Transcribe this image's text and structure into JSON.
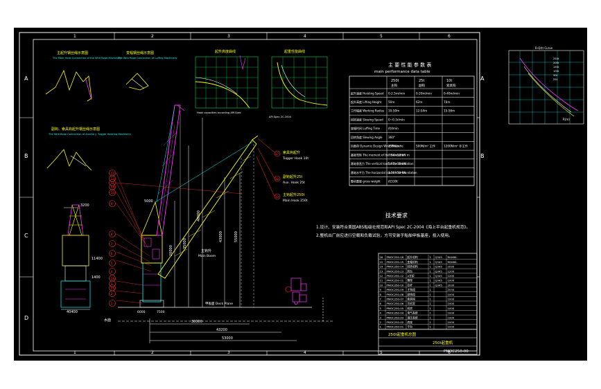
{
  "frame": {
    "col_labels": [
      "1",
      "2",
      "3",
      "4",
      "5",
      "6"
    ],
    "row_labels": [
      "A",
      "B",
      "C",
      "D"
    ]
  },
  "detail_views": {
    "main_hoist_wiring": {
      "zh": "主起升钢丝绳示意图",
      "en": "The Main Hoist Connection of the Wire Rope Machinery"
    },
    "luffing_wiring": {
      "zh": "变幅钢丝绳示意图",
      "en": "The Wire Rope Connection of Luffing Machinery"
    },
    "aux_hoist_wiring": {
      "zh": "副钩、索具钩起升钢丝绳示意图",
      "en": "The Wire Rope Connection of Auxiliary, Tugger Hoisting Machinery"
    }
  },
  "curves": {
    "curve1_title": "起升高度曲线",
    "curve2_title": "起重性能曲线",
    "note_line1": "Hook capacities according API Spec",
    "note_line2": "API Spec 2C-2004"
  },
  "perf_table": {
    "title_zh": "主 要 性 能 参 数 表",
    "title_en": "main performance data table",
    "col_headers": [
      "250t",
      "25t",
      "10t"
    ],
    "col_subheaders": [
      "主钩",
      "副钩",
      "索具钩"
    ],
    "rows": [
      {
        "label": "起升速度 Hoisting Speed",
        "values": [
          "0-2.5m/min",
          "0-20m/min",
          "0-40m/min"
        ]
      },
      {
        "label": "起升高度 Lifting Height",
        "values": [
          "50m",
          "62m",
          "70m"
        ]
      },
      {
        "label": "工作幅度 Working Radius",
        "values": [
          "10-50m",
          "12-54m",
          "15-56m"
        ]
      },
      {
        "label": "回转速度 Slewing Speed",
        "values": [
          "0~0.3r/min",
          "",
          ""
        ]
      },
      {
        "label": "变幅时间 Luffing Time",
        "values": [
          "约4min",
          "",
          ""
        ]
      },
      {
        "label": "回转角度 Slewing Angle",
        "values": [
          "360°",
          "",
          ""
        ]
      },
      {
        "label": "风载荷 Dynamic Design Wind Pressure",
        "values": [
          "250N/m²",
          "500N/m² 工作",
          "1200N/m² 非工作"
        ]
      },
      {
        "label": "基础弯矩 The moment of the foundation",
        "values": [
          "7.94×10⁴kN·m",
          "",
          ""
        ]
      },
      {
        "label": "基础垂直力 The vertical load of the foundation",
        "values": [
          "5.65×10³kN",
          "",
          ""
        ]
      },
      {
        "label": "基础水平力 The horizontal load of the foundation",
        "values": [
          "3.36×10²kN",
          "",
          ""
        ]
      },
      {
        "label": "整机重量 gross weight",
        "values": [
          "约530t",
          "",
          ""
        ]
      }
    ]
  },
  "tech_req": {
    "title": "技术要求",
    "line1": "1.设计、安装符合美国ABS船级社规范和API Spec 2C-2004《海上平台起重机规范》。",
    "line2": "2.整机出厂前应进行空载和负载试验，方可安装于船舶甲板基座，投入使用。"
  },
  "callouts": [
    {
      "num": "17",
      "zh": "索具钩起升",
      "en": "Tugger Hook 10t"
    },
    {
      "num": "18",
      "zh": "副钩起升25t",
      "en": "Aux. Hook 25t"
    },
    {
      "num": "19",
      "zh": "主钩起升250t",
      "en": "Main Hook 250t"
    }
  ],
  "balloons": [
    "1",
    "2",
    "3",
    "4",
    "5",
    "6",
    "7",
    "8",
    "9",
    "10",
    "11",
    "12",
    "13",
    "14",
    "15",
    "16"
  ],
  "dimensions": {
    "left_top": "3200",
    "left_mid": "11400",
    "left_bottom": "1400",
    "left_base": "40400",
    "top_width": "5000",
    "base_width": "6000",
    "base2": "7500",
    "v1": "20000",
    "v2": "35000",
    "v3": "43000",
    "v4": "48000",
    "v5": "55000",
    "h1": "30000",
    "h2": "43200",
    "h3": "53000",
    "main_hoist_label_zh": "主钩升",
    "main_hoist_label_en": "Main Boom",
    "water_label": "水面",
    "deck_label": "甲板面 Deck Plane"
  },
  "parts_list": {
    "rows": [
      [
        "16",
        "PMOC250-16",
        "起升机构",
        "1",
        "Q345",
        "RHX80-"
      ],
      [
        "15",
        "PMOC250-15",
        "变幅机构",
        "1",
        "Q345",
        "RHX80-"
      ],
      [
        "14",
        "PMOC250-14",
        "回转机构",
        "1",
        "Q345",
        "2030"
      ],
      [
        "13",
        "PMOC250-13",
        "转台",
        "1",
        "Q345",
        "1200"
      ],
      [
        "12",
        "PMOC250-12",
        "A字架",
        "1",
        "Q345",
        "1200"
      ],
      [
        "11",
        "PMOC250-11",
        "臂架",
        "1",
        "Q345",
        "1000"
      ],
      [
        "10",
        "PMOC250-10",
        "拉杆",
        "1",
        "Q345",
        "2030"
      ],
      [
        "9",
        "PMOC250-09",
        "主钩组",
        "1",
        "",
        "2030"
      ],
      [
        "8",
        "PMOC250-08",
        "副钩组",
        "1",
        "",
        "1000"
      ],
      [
        "7",
        "PMOC250-07",
        "索具钩",
        "1",
        "",
        "1000"
      ],
      [
        "6",
        "PMOC250-06",
        "司机室",
        "1",
        "",
        "1000"
      ],
      [
        "5",
        "PMOC250-05",
        "机房",
        "1",
        "",
        "1000"
      ],
      [
        "4",
        "PMOC250-04",
        "电气系统",
        "1",
        "",
        "1000"
      ],
      [
        "3",
        "PMOC250-03",
        "液压系统",
        "1",
        "",
        "1000"
      ],
      [
        "2",
        "PMOC250-02",
        "底座",
        "1",
        "",
        "1000"
      ],
      [
        "1",
        "PMOC250-01",
        "平台",
        "1",
        "",
        "1000"
      ]
    ],
    "company": "250t起重机总图",
    "drawing_title": "250t起重机",
    "drawing_no": "PMOC250-00"
  },
  "right_chart": {
    "title": "R-Q(t) Curve",
    "legend": [
      "250t",
      "200t",
      "150t",
      "100t",
      "50t",
      "25t"
    ],
    "xlabel": "R(m)"
  }
}
